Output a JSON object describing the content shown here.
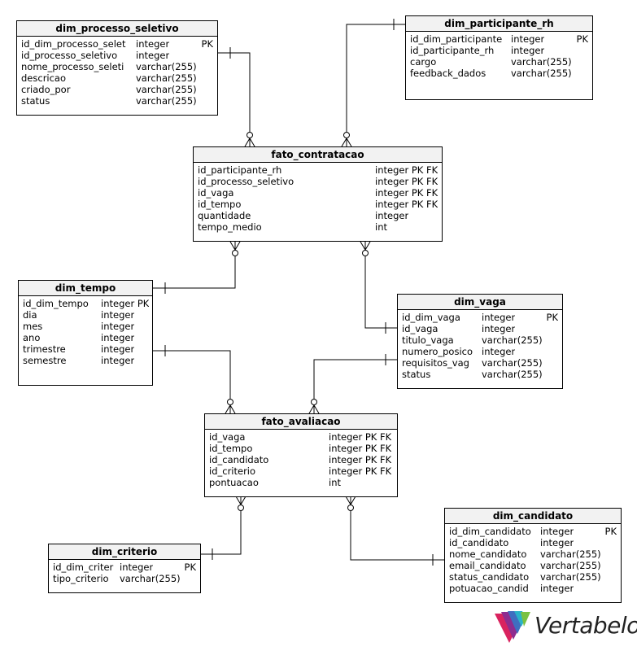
{
  "tables": {
    "dim_processo_seletivo": {
      "name": "dim_processo_seletivo",
      "columns": [
        {
          "name": "id_dim_processo_selet",
          "type": "integer",
          "key": "PK"
        },
        {
          "name": "id_processo_seletivo",
          "type": "integer",
          "key": ""
        },
        {
          "name": "nome_processo_seleti",
          "type": "varchar(255)",
          "key": ""
        },
        {
          "name": "descricao",
          "type": "varchar(255)",
          "key": ""
        },
        {
          "name": "criado_por",
          "type": "varchar(255)",
          "key": ""
        },
        {
          "name": "status",
          "type": "varchar(255)",
          "key": ""
        }
      ]
    },
    "dim_participante_rh": {
      "name": "dim_participante_rh",
      "columns": [
        {
          "name": "id_dim_participante",
          "type": "integer",
          "key": "PK"
        },
        {
          "name": "id_participante_rh",
          "type": "integer",
          "key": ""
        },
        {
          "name": "cargo",
          "type": "varchar(255)",
          "key": ""
        },
        {
          "name": "feedback_dados",
          "type": "varchar(255)",
          "key": ""
        }
      ]
    },
    "fato_contratacao": {
      "name": "fato_contratacao",
      "columns": [
        {
          "name": "id_participante_rh",
          "type": "integer PK FK",
          "key": ""
        },
        {
          "name": "id_processo_seletivo",
          "type": "integer PK FK",
          "key": ""
        },
        {
          "name": "id_vaga",
          "type": "integer PK FK",
          "key": ""
        },
        {
          "name": "id_tempo",
          "type": "integer PK FK",
          "key": ""
        },
        {
          "name": "quantidade",
          "type": "integer",
          "key": ""
        },
        {
          "name": "tempo_medio",
          "type": "int",
          "key": ""
        }
      ]
    },
    "dim_tempo": {
      "name": "dim_tempo",
      "columns": [
        {
          "name": "id_dim_tempo",
          "type": "integer PK",
          "key": ""
        },
        {
          "name": "dia",
          "type": "integer",
          "key": ""
        },
        {
          "name": "mes",
          "type": "integer",
          "key": ""
        },
        {
          "name": "ano",
          "type": "integer",
          "key": ""
        },
        {
          "name": "trimestre",
          "type": "integer",
          "key": ""
        },
        {
          "name": "semestre",
          "type": "integer",
          "key": ""
        }
      ]
    },
    "dim_vaga": {
      "name": "dim_vaga",
      "columns": [
        {
          "name": "id_dim_vaga",
          "type": "integer",
          "key": "PK"
        },
        {
          "name": "id_vaga",
          "type": "integer",
          "key": ""
        },
        {
          "name": "titulo_vaga",
          "type": "varchar(255)",
          "key": ""
        },
        {
          "name": "numero_posico",
          "type": "integer",
          "key": ""
        },
        {
          "name": "requisitos_vag",
          "type": "varchar(255)",
          "key": ""
        },
        {
          "name": "status",
          "type": "varchar(255)",
          "key": ""
        }
      ]
    },
    "fato_avaliacao": {
      "name": "fato_avaliacao",
      "columns": [
        {
          "name": "id_vaga",
          "type": "integer PK FK",
          "key": ""
        },
        {
          "name": "id_tempo",
          "type": "integer PK FK",
          "key": ""
        },
        {
          "name": "id_candidato",
          "type": "integer PK FK",
          "key": ""
        },
        {
          "name": "id_criterio",
          "type": "integer PK FK",
          "key": ""
        },
        {
          "name": "pontuacao",
          "type": "int",
          "key": ""
        }
      ]
    },
    "dim_criterio": {
      "name": "dim_criterio",
      "columns": [
        {
          "name": "id_dim_criter",
          "type": "integer",
          "key": "PK"
        },
        {
          "name": "tipo_criterio",
          "type": "varchar(255)",
          "key": ""
        }
      ]
    },
    "dim_candidato": {
      "name": "dim_candidato",
      "columns": [
        {
          "name": "id_dim_candidato",
          "type": "integer",
          "key": "PK"
        },
        {
          "name": "id_candidato",
          "type": "integer",
          "key": ""
        },
        {
          "name": "nome_candidato",
          "type": "varchar(255)",
          "key": ""
        },
        {
          "name": "email_candidato",
          "type": "varchar(255)",
          "key": ""
        },
        {
          "name": "status_candidato",
          "type": "varchar(255)",
          "key": ""
        },
        {
          "name": "potuacao_candid",
          "type": "integer",
          "key": ""
        }
      ]
    }
  },
  "logo": {
    "text": "Vertabelo"
  }
}
